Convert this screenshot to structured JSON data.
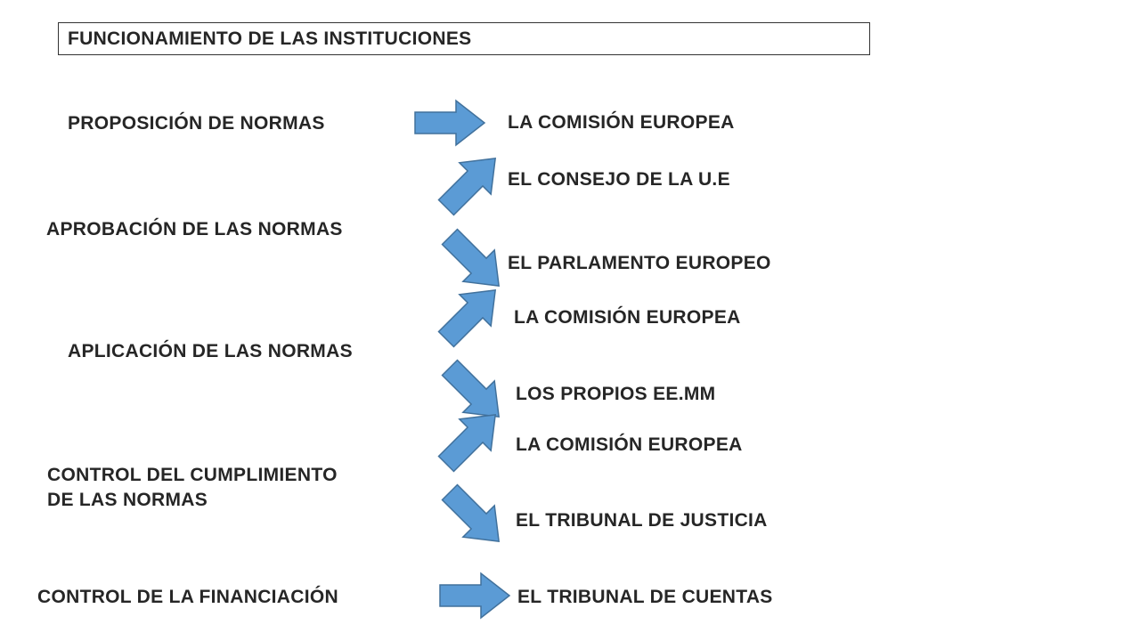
{
  "title": "FUNCIONAMIENTO DE LAS INSTITUCIONES",
  "colors": {
    "arrow_fill": "#5b9bd5",
    "arrow_stroke": "#41719c",
    "text": "#262626"
  },
  "rows": [
    {
      "function": "PROPOSICIÓN DE NORMAS",
      "institutions": [
        "LA COMISIÓN EUROPEA"
      ]
    },
    {
      "function": "APROBACIÓN DE LAS NORMAS",
      "institutions": [
        "EL CONSEJO DE LA U.E",
        "EL PARLAMENTO EUROPEO"
      ]
    },
    {
      "function": "APLICACIÓN DE LAS NORMAS",
      "institutions": [
        "LA COMISIÓN EUROPEA",
        "LOS PROPIOS EE.MM"
      ]
    },
    {
      "function_lines": [
        "CONTROL DEL CUMPLIMIENTO",
        "DE LAS NORMAS"
      ],
      "institutions": [
        "LA COMISIÓN EUROPEA",
        "EL TRIBUNAL DE JUSTICIA"
      ]
    },
    {
      "function": "CONTROL DE LA FINANCIACIÓN",
      "institutions": [
        "EL TRIBUNAL DE CUENTAS"
      ]
    }
  ]
}
